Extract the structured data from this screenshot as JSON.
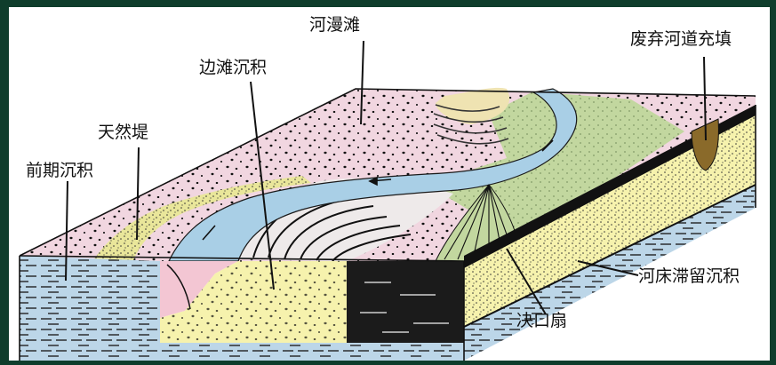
{
  "labels": {
    "floodplain": "河漫滩",
    "abandoned_channel_fill": "废弃河道充填",
    "point_bar_deposit": "边滩沉积",
    "natural_levee": "天然堤",
    "earlier_deposit": "前期沉积",
    "channel_lag_deposit": "河床滞留沉积",
    "crevasse_splay": "决口扇"
  },
  "colors": {
    "frame": "#0f3d2c",
    "floodplain": "#f1d6e0",
    "river": "#a9cfe6",
    "levee": "#e9e69a",
    "block_side": "#f6f2ad",
    "earlier_deposit": "#bcd6e8",
    "crevasse_green": "#c2d79f",
    "channel_fill": "#8a6a2a"
  }
}
